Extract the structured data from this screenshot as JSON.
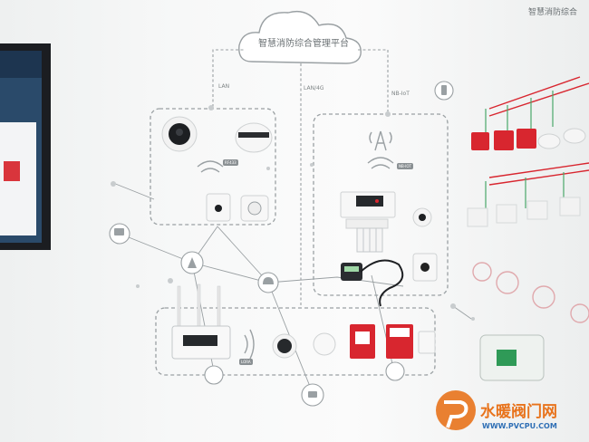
{
  "platform_title": "智慧消防综合管理平台",
  "side_board_title": "智慧消防综合",
  "links": {
    "lan": "LAN",
    "lan4g": "LAN/4G",
    "nbiot": "NB-IoT"
  },
  "tags": {
    "rf433": "RF433",
    "nbiot": "NB-IOT",
    "lora": "LORA"
  },
  "watermark": {
    "site_name": "水暖阀门网",
    "url": "WWW.PVCPU.COM"
  },
  "colors": {
    "accent_red": "#d8262f",
    "line_gray": "#8f9597",
    "watermark_orange": "#e8731c"
  }
}
